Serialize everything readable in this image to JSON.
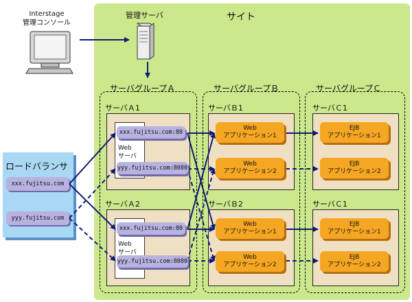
{
  "site": {
    "title": "サイト"
  },
  "management": {
    "console_label_line1": "Interstage",
    "console_label_line2": "管理コンソール",
    "server_label": "管理サーバ"
  },
  "load_balancer": {
    "title": "ロードバランサ",
    "addresses": [
      "xxx.fujitsu.com",
      "yyy.fujitsu.com"
    ]
  },
  "groups": [
    {
      "label": "サーバグループＡ"
    },
    {
      "label": "サーバグループＢ"
    },
    {
      "label": "サーバグループＣ"
    }
  ],
  "servers": {
    "a1": {
      "label": "サーバＡ1",
      "vhost1": "xxx.fujitsu.com:80",
      "vhost2": "yyy.fujitsu.com:8080",
      "web_line1": "Web",
      "web_line2": "サーバ"
    },
    "a2": {
      "label": "サーバＡ2",
      "vhost1": "xxx.fujitsu.com:80",
      "vhost2": "yyy.fujitsu.com:8080",
      "web_line1": "Web",
      "web_line2": "サーバ"
    },
    "b1": {
      "label": "サーバＢ1",
      "app1_line1": "Web",
      "app1_line2": "アプリケーション1",
      "app2_line1": "Web",
      "app2_line2": "アプリケーション2"
    },
    "b2": {
      "label": "サーバＢ2",
      "app1_line1": "Web",
      "app1_line2": "アプリケーション1",
      "app2_line1": "Web",
      "app2_line2": "アプリケーション2"
    },
    "c1": {
      "label": "サーバＣ1",
      "app1_line1": "EJB",
      "app1_line2": "アプリケーション1",
      "app2_line1": "EJB",
      "app2_line2": "アプリケーション2"
    },
    "c2": {
      "label": "サーバＣ1",
      "app1_line1": "EJB",
      "app1_line2": "アプリケーション1",
      "app2_line1": "EJB",
      "app2_line2": "アプリケーション2"
    }
  },
  "colors": {
    "site": "#cce88c",
    "arrow": "#0e1a73",
    "vhost": "#b7b2e0",
    "app": "#f5a623",
    "lb": "#a9d8f4"
  }
}
